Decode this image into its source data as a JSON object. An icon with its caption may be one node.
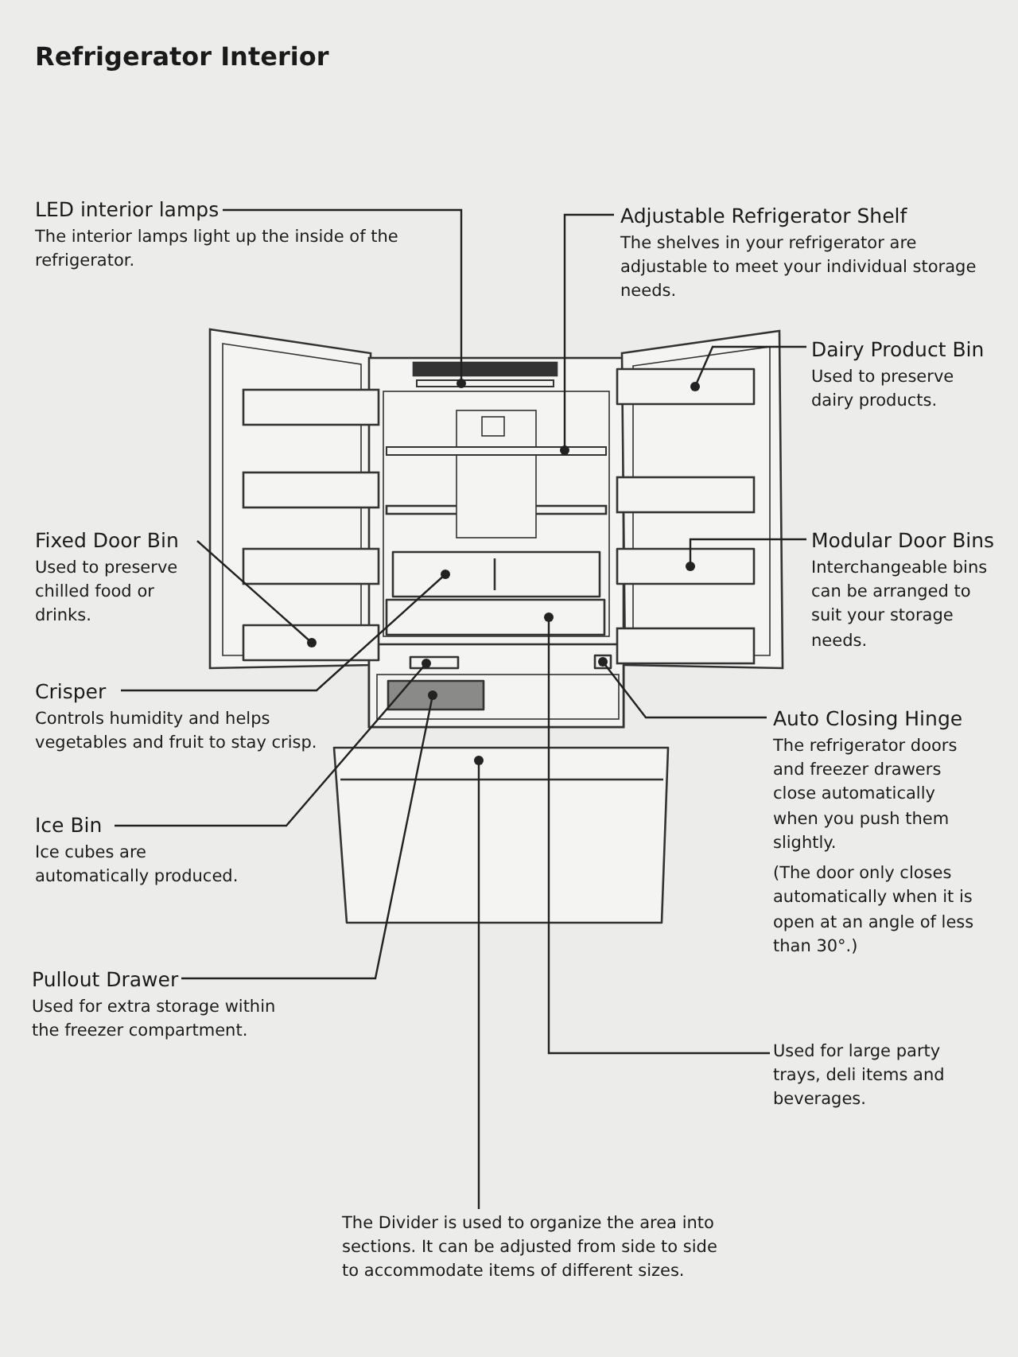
{
  "diagram": {
    "title": "Refrigerator Interior",
    "nodes": [
      {
        "text": [
          "LED interior lamps",
          "The interior lamps light up the inside of the refrigerator."
        ]
      },
      {
        "text": [
          "Adjustable Refrigerator Shelf",
          "The shelves in your refrigerator are adjustable to meet your individual storage needs."
        ]
      },
      {
        "text": [
          "Dairy Product Bin",
          "Used to preserve dairy products."
        ]
      },
      {
        "text": [
          "Fixed Door Bin",
          "Used to preserve chilled food or drinks."
        ]
      },
      {
        "text": [
          "Modular Door Bins",
          "Interchangeable bins can be arranged to suit your storage needs."
        ]
      },
      {
        "text": [
          "Crisper",
          "Controls humidity and helps vegetables and fruit to stay crisp."
        ]
      },
      {
        "text": [
          "Auto Closing Hinge",
          "The refrigerator doors and freezer drawers close automatically when you push them slightly.",
          "(The door only closes automatically when it is open at an angle of less than 30°.)"
        ]
      },
      {
        "text": [
          "Ice Bin",
          "Ice cubes are automatically produced."
        ]
      },
      {
        "text": [
          "Pullout Drawer",
          "Used for extra storage within the freezer compartment."
        ]
      },
      {
        "text": [
          "Used for large party trays, deli items and beverages."
        ]
      },
      {
        "text": [
          "The Divider is used to organize the area into sections. It can be adjusted from side to side to accommodate items of different sizes."
        ]
      },
      {
        "text": [],
        "shape": "bar"
      },
      {
        "text": [],
        "shape": "bar"
      },
      {
        "text": [],
        "shape": "box"
      },
      {
        "text": [],
        "shape": "box"
      },
      {
        "text": [],
        "shape": "box"
      },
      {
        "text": [],
        "shape": "box"
      },
      {
        "text": [],
        "shape": "box"
      },
      {
        "text": [],
        "shape": "box"
      },
      {
        "text": [],
        "shape": "box"
      },
      {
        "text": [],
        "shape": "box"
      },
      {
        "text": [],
        "shape": "box"
      }
    ],
    "edges": [
      {
        "from": 0,
        "to": 11,
        "arrow": "other"
      },
      {
        "from": 1,
        "to": 12,
        "arrow": "other"
      },
      {
        "from": 2,
        "to": 13,
        "arrow": "other"
      },
      {
        "from": 3,
        "to": 14,
        "arrow": "other"
      },
      {
        "from": 4,
        "to": 15,
        "arrow": "other"
      },
      {
        "from": 5,
        "to": 16,
        "arrow": "other"
      },
      {
        "from": 6,
        "to": 17,
        "arrow": "other"
      },
      {
        "from": 7,
        "to": 18,
        "arrow": "other"
      },
      {
        "from": 8,
        "to": 19,
        "arrow": "other"
      },
      {
        "from": 9,
        "to": 20,
        "arrow": "other"
      },
      {
        "from": 10,
        "to": 21,
        "arrow": "other"
      }
    ]
  }
}
